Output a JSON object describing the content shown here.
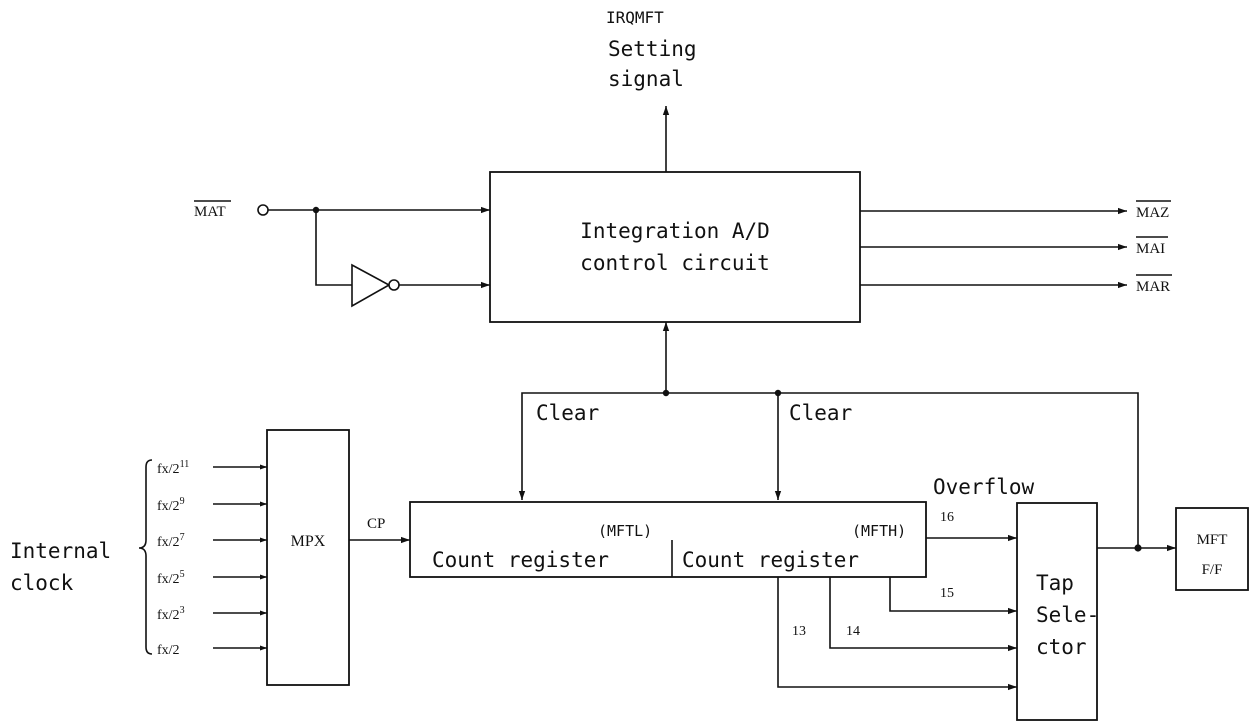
{
  "top_signal": {
    "label1": "IRQMFT",
    "label2": "Setting",
    "label3": "signal"
  },
  "mat_input": "MAT",
  "integration_block": {
    "line1": "Integration A/D",
    "line2": "control circuit"
  },
  "outputs": [
    "MAZ",
    "MAI",
    "MAR"
  ],
  "clear_labels": [
    "Clear",
    "Clear"
  ],
  "internal_clock": {
    "line1": "Internal",
    "line2": "clock",
    "inputs": [
      {
        "base": "fx/2",
        "exp": "11"
      },
      {
        "base": "fx/2",
        "exp": "9"
      },
      {
        "base": "fx/2",
        "exp": "7"
      },
      {
        "base": "fx/2",
        "exp": "5"
      },
      {
        "base": "fx/2",
        "exp": "3"
      },
      {
        "base": "fx/2",
        "exp": ""
      }
    ]
  },
  "mpx_label": "MPX",
  "cp_label": "CP",
  "count_register_low": {
    "tag": "(MFTL)",
    "label": "Count register"
  },
  "count_register_high": {
    "tag": "(MFTH)",
    "label": "Count register"
  },
  "overflow_label": "Overflow",
  "tap_numbers": [
    "16",
    "15",
    "14",
    "13"
  ],
  "tap_selector": {
    "line1": "Tap",
    "line2": "Sele-",
    "line3": "ctor"
  },
  "mft_ff": {
    "line1": "MFT",
    "line2": "F/F"
  }
}
